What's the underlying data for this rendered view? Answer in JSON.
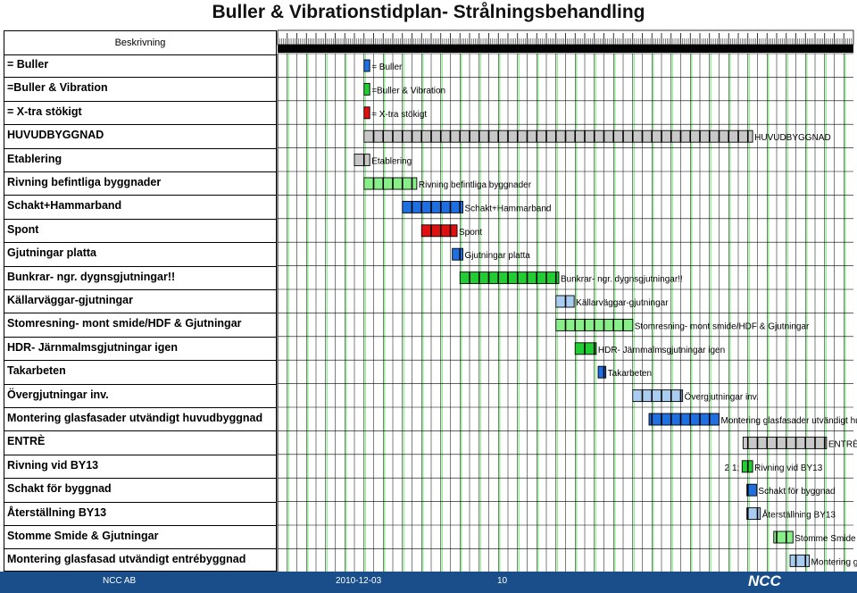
{
  "title": "Buller & Vibrationstidplan- Strålningsbehandling",
  "header": {
    "description_label": "Beskrivning"
  },
  "footer": {
    "left": "NCC AB",
    "date": "2010-12-03",
    "page": "10",
    "logo": "NCC"
  },
  "colors": {
    "buller": "#1f6fe0",
    "buller_light": "#a9cdf0",
    "buller_vibration": "#22cc33",
    "buller_vibration_light": "#88ee88",
    "xtra": "#e01010",
    "summary": "#c8c8c8",
    "grid_green": "#99ee99"
  },
  "chart_data": {
    "type": "gantt",
    "title": "Buller & Vibrationstidplan- Strålningsbehandling",
    "legend": [
      {
        "label": "= Buller",
        "key": "buller"
      },
      {
        "label": "=Buller & Vibration",
        "key": "buller_vibration"
      },
      {
        "label": "= X-tra stökigt",
        "key": "xtra"
      }
    ],
    "tasks": [
      {
        "label": "= Buller",
        "type": "legend",
        "key": "buller",
        "bar_label": "= Buller",
        "start": 9,
        "end": 9.6
      },
      {
        "label": "=Buller & Vibration",
        "type": "legend",
        "key": "buller_vibration",
        "bar_label": "=Buller & Vibration",
        "start": 9,
        "end": 9.6
      },
      {
        "label": "= X-tra stökigt",
        "type": "legend",
        "key": "xtra",
        "bar_label": "= X-tra stökigt",
        "start": 9,
        "end": 9.6
      },
      {
        "label": "HUVUDBYGGNAD",
        "type": "summary",
        "key": "summary",
        "bar_label": "HUVUDBYGGNAD",
        "start": 9,
        "end": 49.5
      },
      {
        "label": "Etablering",
        "type": "summary",
        "key": "summary",
        "bar_label": "Etablering",
        "start": 8,
        "end": 9.6
      },
      {
        "label": "Rivning befintliga byggnader",
        "type": "task",
        "key": "buller_vibration_light",
        "bar_label": "Rivning befintliga byggnader",
        "start": 9,
        "end": 14.5
      },
      {
        "label": "Schakt+Hammarband",
        "type": "task",
        "key": "buller",
        "bar_label": "Schakt+Hammarband",
        "start": 13,
        "end": 19.3
      },
      {
        "label": "Spont",
        "type": "task",
        "key": "xtra",
        "bar_label": "Spont",
        "start": 15,
        "end": 18.7
      },
      {
        "label": "Gjutningar platta",
        "type": "task",
        "key": "buller",
        "bar_label": "Gjutningar platta",
        "start": 18.2,
        "end": 19.3
      },
      {
        "label": "Bunkrar- ngr. dygnsgjutningar!!",
        "type": "task",
        "key": "buller_vibration",
        "bar_label": "Bunkrar- ngr. dygnsgjutningar!!",
        "start": 19,
        "end": 29.3
      },
      {
        "label": "Källarväggar-gjutningar",
        "type": "task",
        "key": "buller_light",
        "bar_label": "Källarväggar-gjutningar",
        "start": 29,
        "end": 30.9
      },
      {
        "label": "Stomresning- mont smide/HDF & Gjutningar",
        "type": "task",
        "key": "buller_vibration_light",
        "bar_label": "Stomresning- mont smide/HDF & Gjutningar",
        "start": 29,
        "end": 37
      },
      {
        "label": "HDR- Järnmalmsgjutningar igen",
        "type": "task",
        "key": "buller_vibration",
        "bar_label": "HDR- Järnmalmsgjutningar igen",
        "start": 31,
        "end": 33.2
      },
      {
        "label": "Takarbeten",
        "type": "task",
        "key": "buller",
        "bar_label": "Takarbeten",
        "start": 33.4,
        "end": 34.2
      },
      {
        "label": "Övergjutningar inv.",
        "type": "task",
        "key": "buller_light",
        "bar_label": "Övergjutningar inv.",
        "start": 37,
        "end": 42.2
      },
      {
        "label": "Montering glasfasader utvändigt huvudbyggnad",
        "type": "task",
        "key": "buller",
        "bar_label": "Montering glasfasader utvändigt huvu",
        "start": 38.7,
        "end": 46
      },
      {
        "label": "ENTRÈ",
        "type": "summary",
        "key": "summary",
        "bar_label": "ENTRÈ",
        "start": 48.5,
        "end": 57.2
      },
      {
        "label": "Rivning vid BY13",
        "type": "task",
        "key": "buller_vibration",
        "bar_label": "Rivning vid BY13",
        "prefix": "2 1;",
        "start": 48.4,
        "end": 49.5
      },
      {
        "label": "Schakt för byggnad",
        "type": "task",
        "key": "buller",
        "bar_label": "Schakt för byggnad",
        "start": 48.9,
        "end": 49.9
      },
      {
        "label": "Återställning BY13",
        "type": "task",
        "key": "buller_light",
        "bar_label": "Återställning BY13",
        "start": 48.9,
        "end": 50.3
      },
      {
        "label": "Stomme Smide & Gjutningar",
        "type": "task",
        "key": "buller_vibration_light",
        "bar_label": "Stomme Smide & Gju",
        "start": 51.7,
        "end": 53.7
      },
      {
        "label": "Montering glasfasad utvändigt entrébyggnad",
        "type": "task",
        "key": "buller_light",
        "bar_label": "Montering glasfas",
        "start": 53.4,
        "end": 55.4
      }
    ]
  }
}
